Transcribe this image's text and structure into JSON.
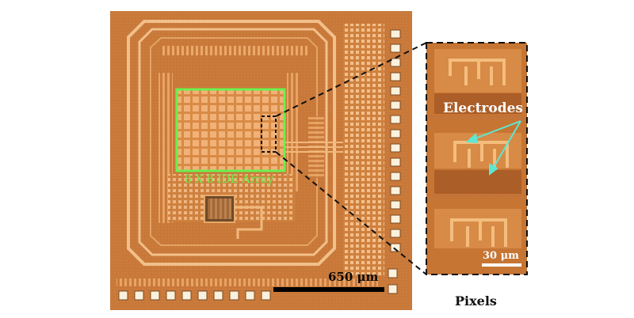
{
  "chip": {
    "array_label": "8 X 8 IDE Array",
    "scale_bar_label": "650 μm"
  },
  "inset": {
    "electrodes_label": "Electrodes",
    "scale_bar_label": "30 μm",
    "caption": "Pixels"
  },
  "colors": {
    "die_copper": "#cf7d3c",
    "array_highlight": "#69f04e",
    "annotation_arrow": "#5fe6d2"
  }
}
